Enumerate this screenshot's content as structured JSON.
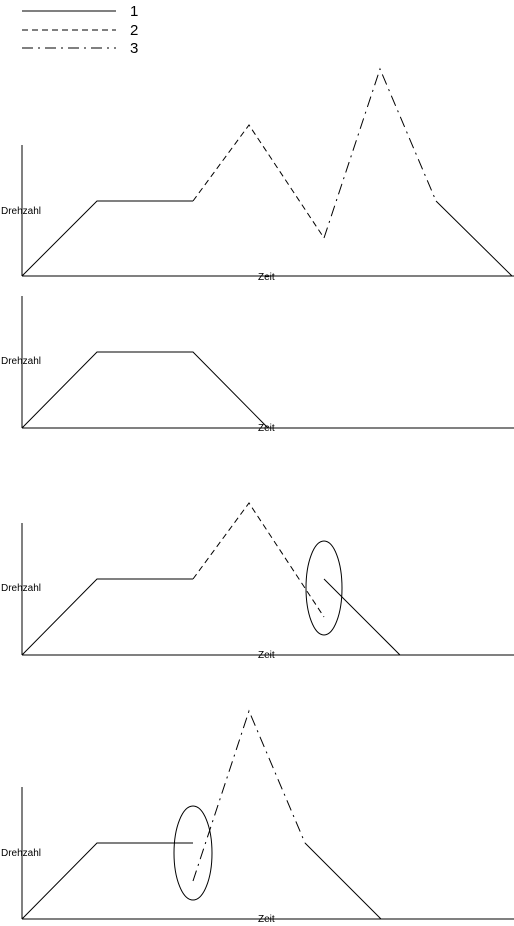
{
  "legend": [
    {
      "label": "1",
      "style": "solid"
    },
    {
      "label": "2",
      "style": "dashed"
    },
    {
      "label": "3",
      "style": "dash-dot"
    }
  ],
  "panels": [
    {
      "ylabel": "Drehzahl",
      "xlabel": "Zeit"
    },
    {
      "ylabel": "Drehzahl",
      "xlabel": "Zeit"
    },
    {
      "ylabel": "Drehzahl",
      "xlabel": "Zeit"
    },
    {
      "ylabel": "Drehzahl",
      "xlabel": "Zeit"
    }
  ],
  "colors": {
    "line": "#000000",
    "background": "#ffffff"
  }
}
